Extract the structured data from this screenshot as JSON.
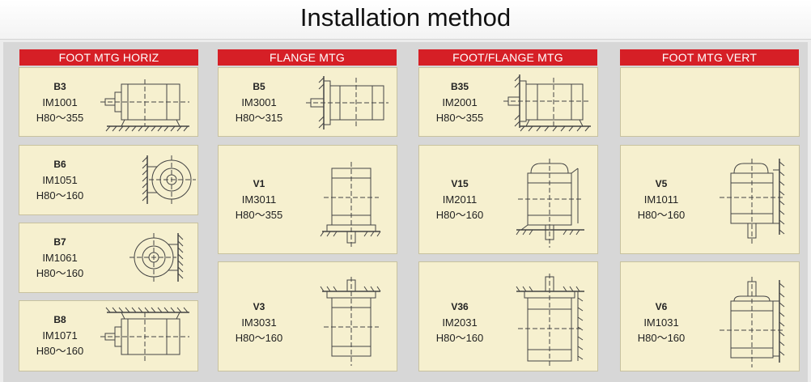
{
  "title": "Installation method",
  "columns": [
    {
      "header": "FOOT MTG HORIZ"
    },
    {
      "header": "FLANGE MTG"
    },
    {
      "header": "FOOT/FLANGE MTG"
    },
    {
      "header": "FOOT MTG VERT"
    }
  ],
  "cells": {
    "b3": {
      "code": "B3",
      "im": "IM1001",
      "h": "H80～355"
    },
    "b6": {
      "code": "B6",
      "im": "IM1051",
      "h": "H80～160"
    },
    "b7": {
      "code": "B7",
      "im": "IM1061",
      "h": "H80～160"
    },
    "b8": {
      "code": "B8",
      "im": "IM1071",
      "h": "H80～160"
    },
    "b5": {
      "code": "B5",
      "im": "IM3001",
      "h": "H80～315"
    },
    "v1": {
      "code": "V1",
      "im": "IM3011",
      "h": "H80～355"
    },
    "v3": {
      "code": "V3",
      "im": "IM3031",
      "h": "H80～160"
    },
    "b35": {
      "code": "B35",
      "im": "IM2001",
      "h": "H80～355"
    },
    "v15": {
      "code": "V15",
      "im": "IM2011",
      "h": "H80～160"
    },
    "v36": {
      "code": "V36",
      "im": "IM2031",
      "h": "H80～160"
    },
    "v5": {
      "code": "V5",
      "im": "IM1011",
      "h": "H80～160"
    },
    "v6": {
      "code": "V6",
      "im": "IM1031",
      "h": "H80～160"
    }
  }
}
